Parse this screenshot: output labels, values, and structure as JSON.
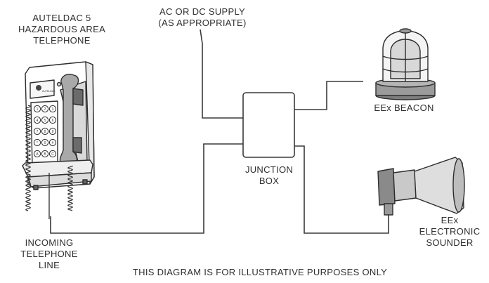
{
  "labels": {
    "telephone": [
      "AUTELDAC 5",
      "HAZARDOUS AREA",
      "TELEPHONE"
    ],
    "supply": [
      "AC OR DC SUPPLY",
      "(AS APPROPRIATE)"
    ],
    "beacon": [
      "EEx BEACON"
    ],
    "junction": [
      "JUNCTION",
      "BOX"
    ],
    "sounder": [
      "EEx",
      "ELECTRONIC",
      "SOUNDER"
    ],
    "incoming": [
      "INCOMING",
      "TELEPHONE",
      "LINE"
    ],
    "disclaimer": "THIS DIAGRAM IS FOR ILLUSTRATIVE PURPOSES ONLY",
    "phone_brand": "AUTELDAC"
  },
  "keypad": [
    "1",
    "2",
    "3",
    "4",
    "5",
    "6",
    "7",
    "8",
    "9",
    "*",
    "0",
    "#",
    "A",
    "B",
    "C"
  ],
  "colors": {
    "line": "#3a3a3a",
    "text": "#2f2f2f",
    "background": "#ffffff"
  },
  "icons": {
    "telephone": "hazardous-area-telephone-icon",
    "beacon": "beacon-icon",
    "sounder": "horn-sounder-icon"
  }
}
